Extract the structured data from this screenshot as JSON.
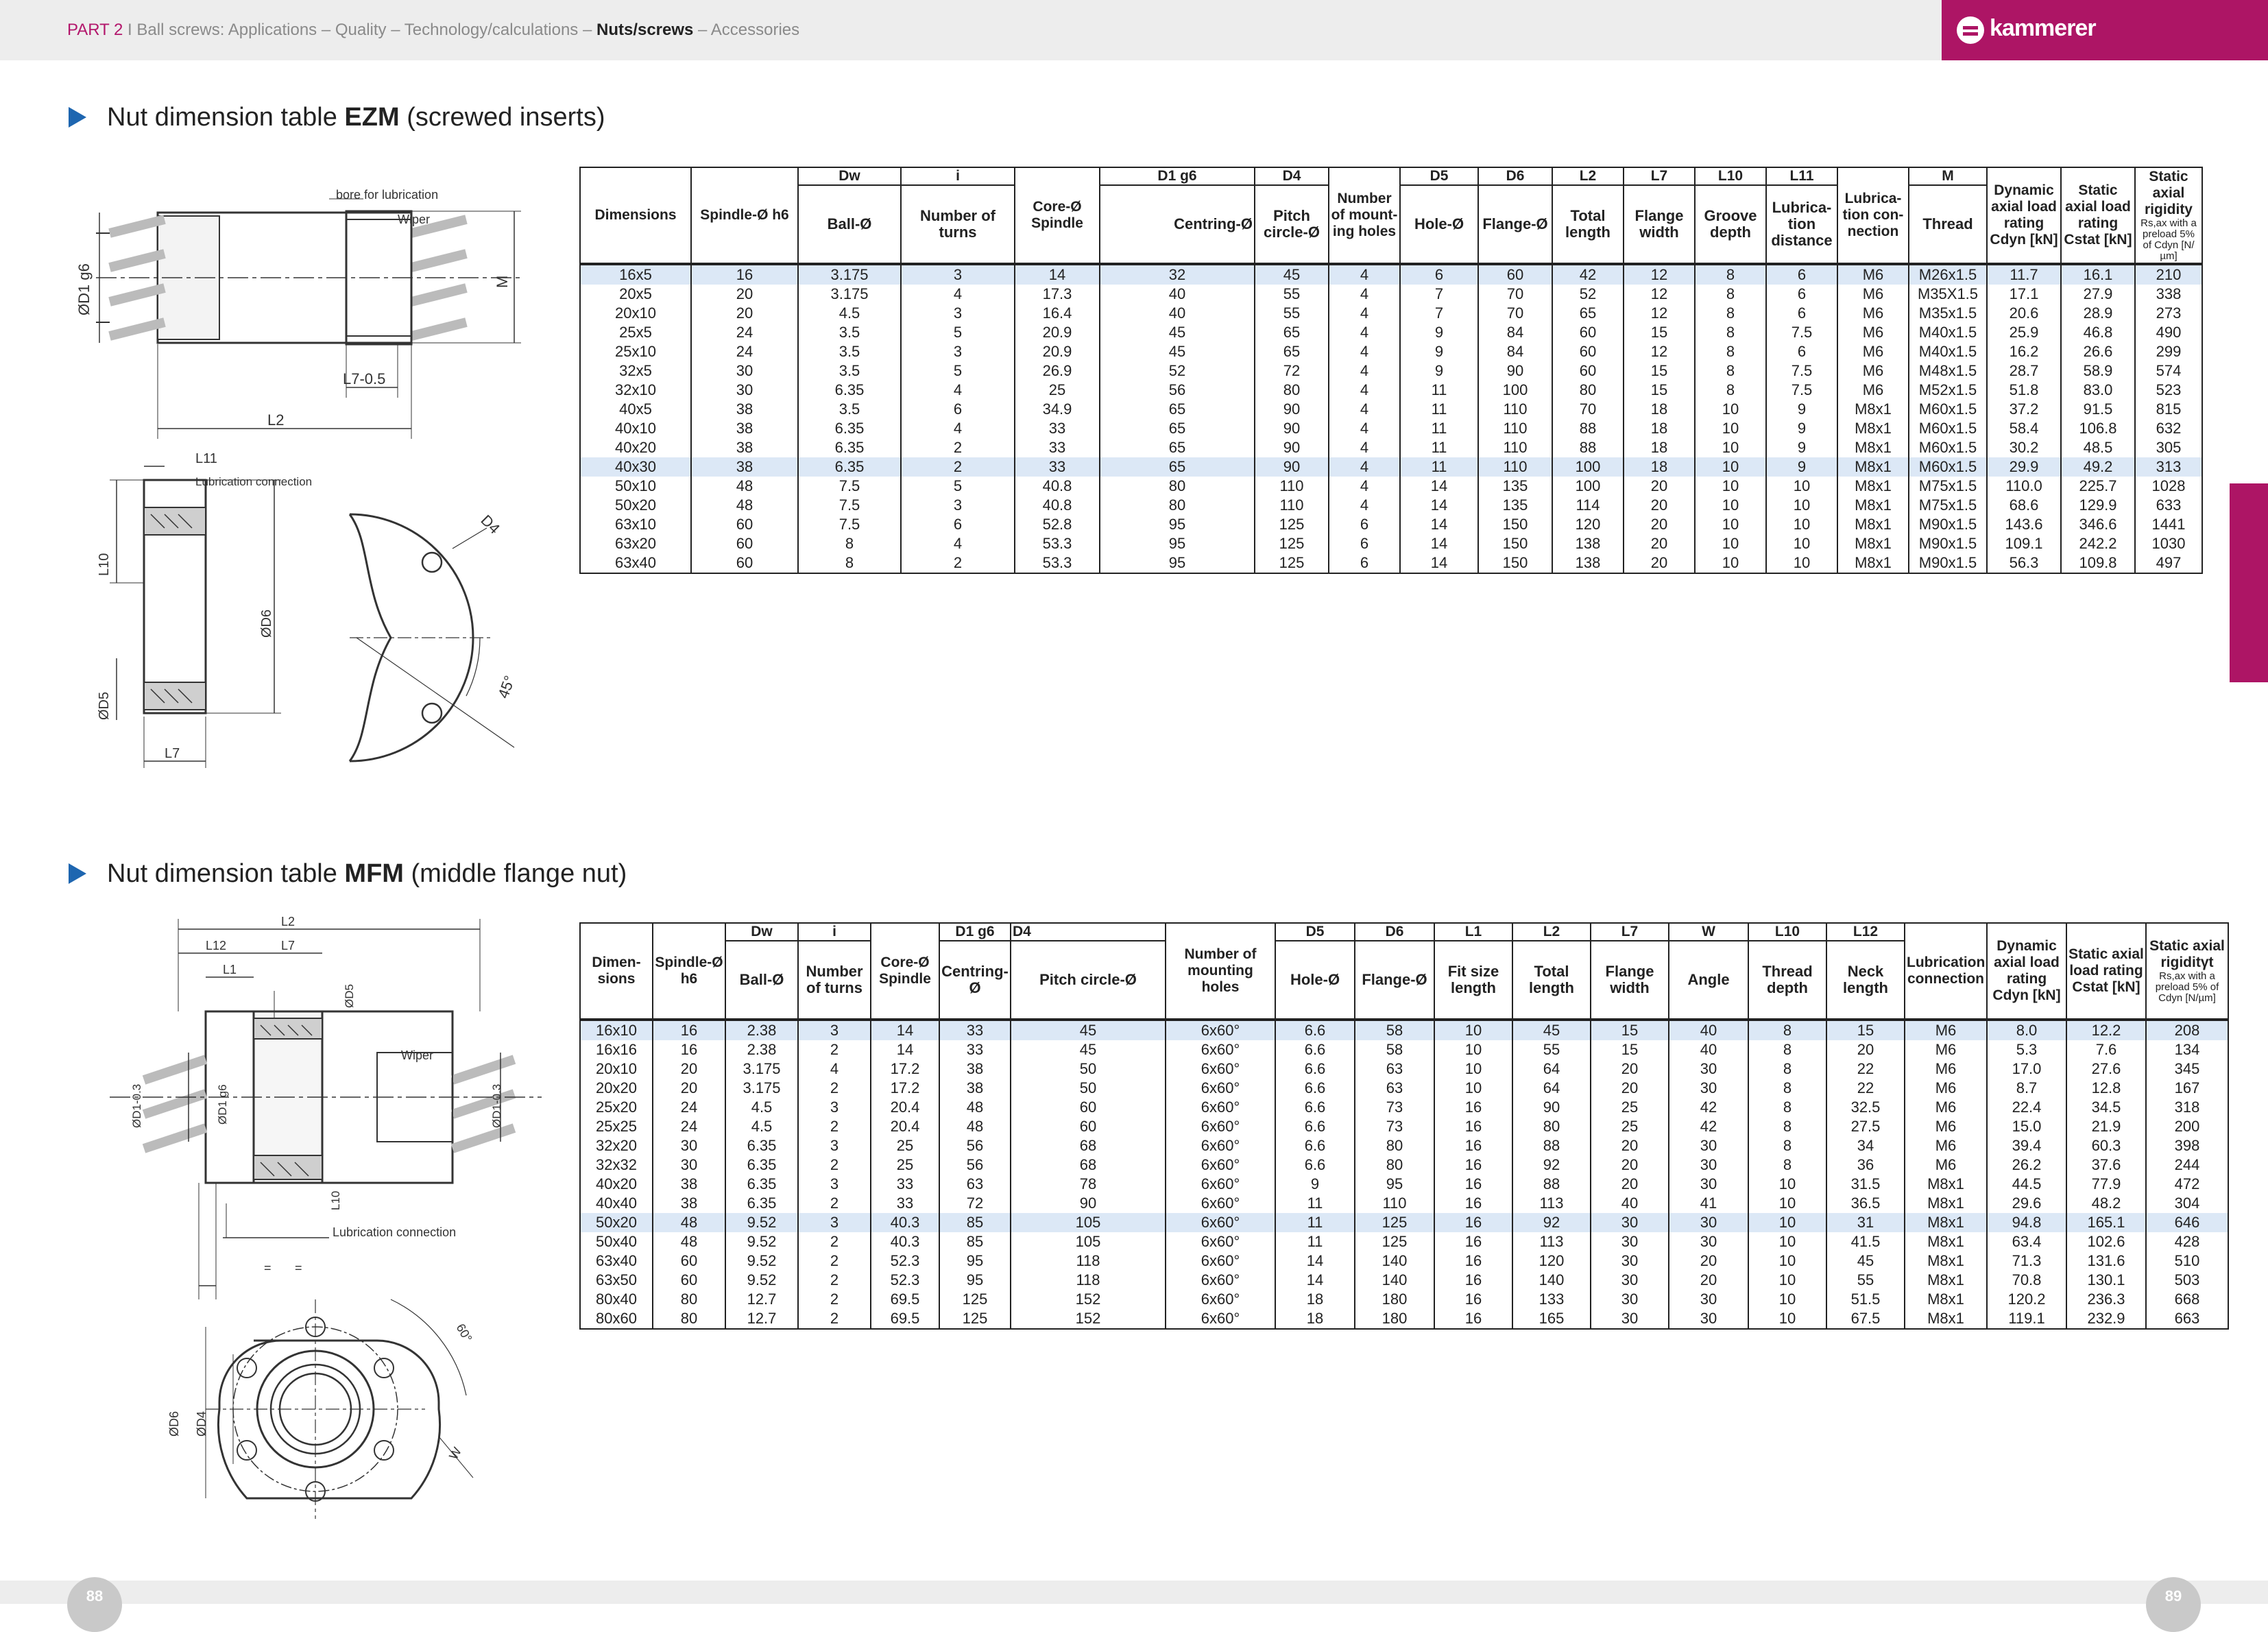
{
  "header": {
    "part": "PART 2",
    "sep": " I ",
    "path": "Ball screws: Applications – Quality – Technology/calculations – ",
    "current": "Nuts/screws",
    "tail": " – Accessories",
    "logo": "kammerer"
  },
  "sections": {
    "ezm": {
      "pre": "Nut dimension table ",
      "bold": "EZM",
      "post": " (screwed inserts)"
    },
    "mfm": {
      "pre": "Nut dimension table ",
      "bold": "MFM",
      "post": " (middle flange nut)"
    }
  },
  "ezm_table": {
    "sym": {
      "dw": "Dw",
      "i": "i",
      "d1": "D1 g6",
      "d4": "D4",
      "d5": "D5",
      "d6": "D6",
      "l2": "L2",
      "l7": "L7",
      "l10": "L10",
      "l11": "L11",
      "m": "M"
    },
    "labels": [
      "Dimensions",
      "Spindle-Ø h6",
      "Ball-Ø",
      "Number of turns",
      "Core-Ø Spindle",
      "Centring-Ø",
      "Pitch circle-Ø",
      "Number of mount-ing holes",
      "Hole-Ø",
      "Flange-Ø",
      "Total length",
      "Flange width",
      "Groove depth",
      "Lubrica-tion distance",
      "Lubrica-tion con-nection",
      "Thread",
      "Dynamic axial load rating Cdyn [kN]",
      "Static axial load rating Cstat [kN]",
      "Static axial rigidity"
    ],
    "rigidity_note": "Rs,ax with a preload 5% of Cdyn [N/µm]",
    "rows": [
      [
        "16x5",
        "16",
        "3.175",
        "3",
        "14",
        "32",
        "45",
        "4",
        "6",
        "60",
        "42",
        "12",
        "8",
        "6",
        "M6",
        "M26x1.5",
        "11.7",
        "16.1",
        "210"
      ],
      [
        "20x5",
        "20",
        "3.175",
        "4",
        "17.3",
        "40",
        "55",
        "4",
        "7",
        "70",
        "52",
        "12",
        "8",
        "6",
        "M6",
        "M35X1.5",
        "17.1",
        "27.9",
        "338"
      ],
      [
        "20x10",
        "20",
        "4.5",
        "3",
        "16.4",
        "40",
        "55",
        "4",
        "7",
        "70",
        "65",
        "12",
        "8",
        "6",
        "M6",
        "M35x1.5",
        "20.6",
        "28.9",
        "273"
      ],
      [
        "25x5",
        "24",
        "3.5",
        "5",
        "20.9",
        "45",
        "65",
        "4",
        "9",
        "84",
        "60",
        "15",
        "8",
        "7.5",
        "M6",
        "M40x1.5",
        "25.9",
        "46.8",
        "490"
      ],
      [
        "25x10",
        "24",
        "3.5",
        "3",
        "20.9",
        "45",
        "65",
        "4",
        "9",
        "84",
        "60",
        "12",
        "8",
        "6",
        "M6",
        "M40x1.5",
        "16.2",
        "26.6",
        "299"
      ],
      [
        "32x5",
        "30",
        "3.5",
        "5",
        "26.9",
        "52",
        "72",
        "4",
        "9",
        "90",
        "60",
        "15",
        "8",
        "7.5",
        "M6",
        "M48x1.5",
        "28.7",
        "58.9",
        "574"
      ],
      [
        "32x10",
        "30",
        "6.35",
        "4",
        "25",
        "56",
        "80",
        "4",
        "11",
        "100",
        "80",
        "15",
        "8",
        "7.5",
        "M6",
        "M52x1.5",
        "51.8",
        "83.0",
        "523"
      ],
      [
        "40x5",
        "38",
        "3.5",
        "6",
        "34.9",
        "65",
        "90",
        "4",
        "11",
        "110",
        "70",
        "18",
        "10",
        "9",
        "M8x1",
        "M60x1.5",
        "37.2",
        "91.5",
        "815"
      ],
      [
        "40x10",
        "38",
        "6.35",
        "4",
        "33",
        "65",
        "90",
        "4",
        "11",
        "110",
        "88",
        "18",
        "10",
        "9",
        "M8x1",
        "M60x1.5",
        "58.4",
        "106.8",
        "632"
      ],
      [
        "40x20",
        "38",
        "6.35",
        "2",
        "33",
        "65",
        "90",
        "4",
        "11",
        "110",
        "88",
        "18",
        "10",
        "9",
        "M8x1",
        "M60x1.5",
        "30.2",
        "48.5",
        "305"
      ],
      [
        "40x30",
        "38",
        "6.35",
        "2",
        "33",
        "65",
        "90",
        "4",
        "11",
        "110",
        "100",
        "18",
        "10",
        "9",
        "M8x1",
        "M60x1.5",
        "29.9",
        "49.2",
        "313"
      ],
      [
        "50x10",
        "48",
        "7.5",
        "5",
        "40.8",
        "80",
        "110",
        "4",
        "14",
        "135",
        "100",
        "20",
        "10",
        "10",
        "M8x1",
        "M75x1.5",
        "110.0",
        "225.7",
        "1028"
      ],
      [
        "50x20",
        "48",
        "7.5",
        "3",
        "40.8",
        "80",
        "110",
        "4",
        "14",
        "135",
        "114",
        "20",
        "10",
        "10",
        "M8x1",
        "M75x1.5",
        "68.6",
        "129.9",
        "633"
      ],
      [
        "63x10",
        "60",
        "7.5",
        "6",
        "52.8",
        "95",
        "125",
        "6",
        "14",
        "150",
        "120",
        "20",
        "10",
        "10",
        "M8x1",
        "M90x1.5",
        "143.6",
        "346.6",
        "1441"
      ],
      [
        "63x20",
        "60",
        "8",
        "4",
        "53.3",
        "95",
        "125",
        "6",
        "14",
        "150",
        "138",
        "20",
        "10",
        "10",
        "M8x1",
        "M90x1.5",
        "109.1",
        "242.2",
        "1030"
      ],
      [
        "63x40",
        "60",
        "8",
        "2",
        "53.3",
        "95",
        "125",
        "6",
        "14",
        "150",
        "138",
        "20",
        "10",
        "10",
        "M8x1",
        "M90x1.5",
        "56.3",
        "109.8",
        "497"
      ]
    ]
  },
  "mfm_table": {
    "sym": {
      "dw": "Dw",
      "i": "i",
      "d1": "D1 g6",
      "d4": "D4",
      "d5": "D5",
      "d6": "D6",
      "l1": "L1",
      "l2": "L2",
      "l7": "L7",
      "w": "W",
      "l10": "L10",
      "l12": "L12"
    },
    "labels": [
      "Dimen-sions",
      "Spindle-Ø h6",
      "Ball-Ø",
      "Number of turns",
      "Core-Ø Spindle",
      "Centring-Ø",
      "Pitch circle-Ø",
      "Number of mounting holes",
      "Hole-Ø",
      "Flange-Ø",
      "Fit size length",
      "Total length",
      "Flange width",
      "Angle",
      "Thread depth",
      "Neck length",
      "Lubrication connection",
      "Dynamic axial load rating Cdyn [kN]",
      "Static axial load rating Cstat [kN]",
      "Static axial rigiditγt"
    ],
    "rigidity_note": "Rs,ax with a preload 5% of Cdyn [N/µm]",
    "rows": [
      [
        "16x10",
        "16",
        "2.38",
        "3",
        "14",
        "33",
        "45",
        "6x60°",
        "6.6",
        "58",
        "10",
        "45",
        "15",
        "40",
        "8",
        "15",
        "M6",
        "8.0",
        "12.2",
        "208"
      ],
      [
        "16x16",
        "16",
        "2.38",
        "2",
        "14",
        "33",
        "45",
        "6x60°",
        "6.6",
        "58",
        "10",
        "55",
        "15",
        "40",
        "8",
        "20",
        "M6",
        "5.3",
        "7.6",
        "134"
      ],
      [
        "20x10",
        "20",
        "3.175",
        "4",
        "17.2",
        "38",
        "50",
        "6x60°",
        "6.6",
        "63",
        "10",
        "64",
        "20",
        "30",
        "8",
        "22",
        "M6",
        "17.0",
        "27.6",
        "345"
      ],
      [
        "20x20",
        "20",
        "3.175",
        "2",
        "17.2",
        "38",
        "50",
        "6x60°",
        "6.6",
        "63",
        "10",
        "64",
        "20",
        "30",
        "8",
        "22",
        "M6",
        "8.7",
        "12.8",
        "167"
      ],
      [
        "25x20",
        "24",
        "4.5",
        "3",
        "20.4",
        "48",
        "60",
        "6x60°",
        "6.6",
        "73",
        "16",
        "90",
        "25",
        "42",
        "8",
        "32.5",
        "M6",
        "22.4",
        "34.5",
        "318"
      ],
      [
        "25x25",
        "24",
        "4.5",
        "2",
        "20.4",
        "48",
        "60",
        "6x60°",
        "6.6",
        "73",
        "16",
        "80",
        "25",
        "42",
        "8",
        "27.5",
        "M6",
        "15.0",
        "21.9",
        "200"
      ],
      [
        "32x20",
        "30",
        "6.35",
        "3",
        "25",
        "56",
        "68",
        "6x60°",
        "6.6",
        "80",
        "16",
        "88",
        "20",
        "30",
        "8",
        "34",
        "M6",
        "39.4",
        "60.3",
        "398"
      ],
      [
        "32x32",
        "30",
        "6.35",
        "2",
        "25",
        "56",
        "68",
        "6x60°",
        "6.6",
        "80",
        "16",
        "92",
        "20",
        "30",
        "8",
        "36",
        "M6",
        "26.2",
        "37.6",
        "244"
      ],
      [
        "40x20",
        "38",
        "6.35",
        "3",
        "33",
        "63",
        "78",
        "6x60°",
        "9",
        "95",
        "16",
        "88",
        "20",
        "30",
        "10",
        "31.5",
        "M8x1",
        "44.5",
        "77.9",
        "472"
      ],
      [
        "40x40",
        "38",
        "6.35",
        "2",
        "33",
        "72",
        "90",
        "6x60°",
        "11",
        "110",
        "16",
        "113",
        "40",
        "41",
        "10",
        "36.5",
        "M8x1",
        "29.6",
        "48.2",
        "304"
      ],
      [
        "50x20",
        "48",
        "9.52",
        "3",
        "40.3",
        "85",
        "105",
        "6x60°",
        "11",
        "125",
        "16",
        "92",
        "30",
        "30",
        "10",
        "31",
        "M8x1",
        "94.8",
        "165.1",
        "646"
      ],
      [
        "50x40",
        "48",
        "9.52",
        "2",
        "40.3",
        "85",
        "105",
        "6x60°",
        "11",
        "125",
        "16",
        "113",
        "30",
        "30",
        "10",
        "41.5",
        "M8x1",
        "63.4",
        "102.6",
        "428"
      ],
      [
        "63x40",
        "60",
        "9.52",
        "2",
        "52.3",
        "95",
        "118",
        "6x60°",
        "14",
        "140",
        "16",
        "120",
        "30",
        "20",
        "10",
        "45",
        "M8x1",
        "71.3",
        "131.6",
        "510"
      ],
      [
        "63x50",
        "60",
        "9.52",
        "2",
        "52.3",
        "95",
        "118",
        "6x60°",
        "14",
        "140",
        "16",
        "140",
        "30",
        "20",
        "10",
        "55",
        "M8x1",
        "70.8",
        "130.1",
        "503"
      ],
      [
        "80x40",
        "80",
        "12.7",
        "2",
        "69.5",
        "125",
        "152",
        "6x60°",
        "18",
        "180",
        "16",
        "133",
        "30",
        "30",
        "10",
        "51.5",
        "M8x1",
        "120.2",
        "236.3",
        "668"
      ],
      [
        "80x60",
        "80",
        "12.7",
        "2",
        "69.5",
        "125",
        "152",
        "6x60°",
        "18",
        "180",
        "16",
        "165",
        "30",
        "30",
        "10",
        "67.5",
        "M8x1",
        "119.1",
        "232.9",
        "663"
      ]
    ]
  },
  "drawings": {
    "ezm": {
      "bore": "bore for lubrication",
      "wiper": "Wiper",
      "d1": "ØD1 g6",
      "m": "M",
      "l7tol": "L7-0.5",
      "l2": "L2",
      "l11": "L11",
      "lub": "Lubrication connection",
      "l10": "L10",
      "d5": "ØD5",
      "d6": "ØD6",
      "d4": "D4",
      "ang": "45°",
      "l7": "L7"
    },
    "mfm": {
      "l2": "L2",
      "l12": "L12",
      "l7": "L7",
      "l1": "L1",
      "d5": "ØD5",
      "wiper": "Wiper",
      "dd1": "ØD1-0.3",
      "d1": "ØD1 g6",
      "l10": "L10",
      "lub": "Lubrication connection",
      "d6": "ØD6",
      "d4": "ØD4",
      "ang": "60°",
      "w": "W",
      "eq": "="
    }
  },
  "footer": {
    "left": "88",
    "right": "89"
  }
}
